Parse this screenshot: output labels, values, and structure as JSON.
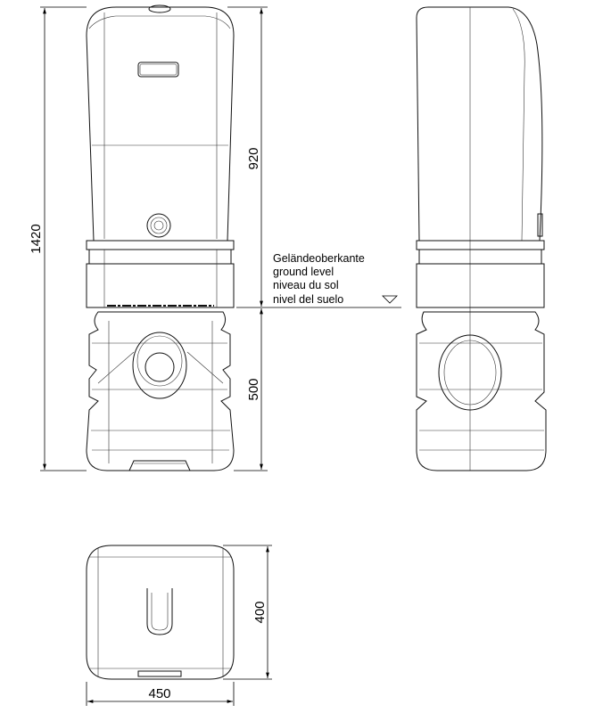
{
  "dimensions": {
    "total_height": "1420",
    "upper_height": "920",
    "lower_height": "500",
    "depth": "400",
    "width": "450"
  },
  "ground_level": {
    "de": "Geländeoberkante",
    "en": "ground level",
    "fr": "niveau du sol",
    "es": "nivel del suelo"
  }
}
